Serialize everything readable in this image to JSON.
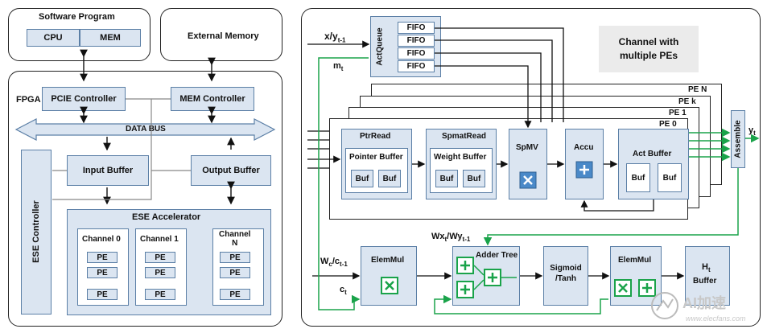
{
  "left": {
    "software": {
      "title": "Software Program",
      "cpu": "CPU",
      "mem": "MEM"
    },
    "external_memory": "External Memory",
    "fpga_label": "FPGA",
    "pcie_controller": "PCIE Controller",
    "mem_controller": "MEM Controller",
    "data_bus": "DATA BUS",
    "input_buffer": "Input Buffer",
    "output_buffer": "Output Buffer",
    "ese_controller": "ESE Controller",
    "ese_accelerator": "ESE Accelerator",
    "channels": [
      {
        "label": "Channel 0",
        "pes": [
          "PE",
          "PE",
          "PE"
        ]
      },
      {
        "label": "Channel 1",
        "pes": [
          "PE",
          "PE",
          "PE"
        ]
      },
      {
        "label": "Channel\nN",
        "pes": [
          "PE",
          "PE",
          "PE"
        ]
      }
    ]
  },
  "right": {
    "act_queue": "ActQueue",
    "fifos": [
      "FIFO",
      "FIFO",
      "FIFO",
      "FIFO"
    ],
    "channel_note": "Channel with\nmultiple PEs",
    "input_x": "x/y",
    "input_x_sub": "t-1",
    "input_m": "m",
    "input_m_sub": "t",
    "pe_labels": [
      "PE N",
      "PE k",
      "PE 1",
      "PE 0"
    ],
    "ptr_read": "PtrRead",
    "pointer_buffer": "Pointer Buffer",
    "spmat_read": "SpmatRead",
    "weight_buffer": "Weight Buffer",
    "buf": "Buf",
    "spmv": "SpMV",
    "accu": "Accu",
    "act_buffer": "Act Buffer",
    "assemble": "Assemble",
    "output_y": "y",
    "output_y_sub": "t",
    "wx_label": "Wx",
    "wx_sub1": "t",
    "wx_mid": "/Wy",
    "wx_sub2": "t-1",
    "wc_label": "W",
    "wc_sub1": "c",
    "wc_mid": "/c",
    "wc_sub2": "t-1",
    "ct_label": "c",
    "ct_sub": "t",
    "elemmul": "ElemMul",
    "adder_tree": "Adder Tree",
    "sigmoid": "Sigmoid\n/Tanh",
    "elemmul2": "ElemMul",
    "ht_label": "H",
    "ht_sub": "t",
    "ht_buffer": "Buffer"
  },
  "watermark": {
    "brand": "AI加速",
    "site": "www.elecfans.com"
  }
}
